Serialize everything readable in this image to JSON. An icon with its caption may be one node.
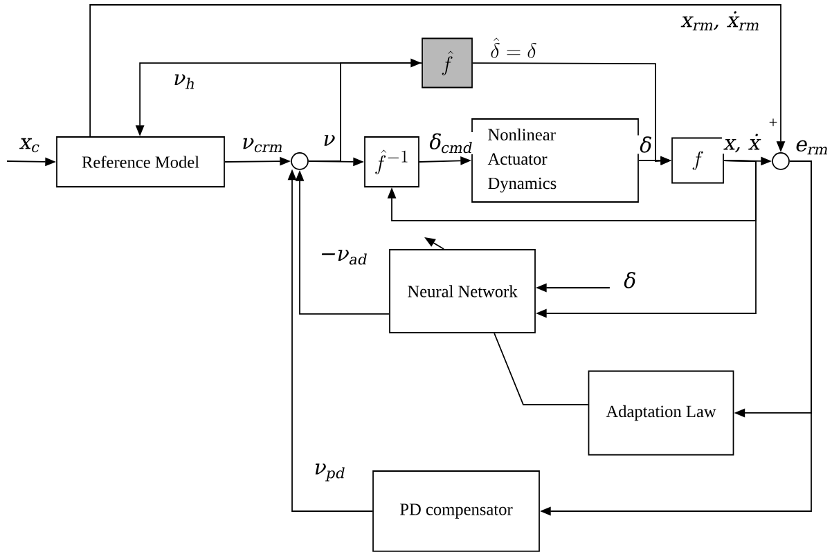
{
  "diagram": {
    "nodes": [
      {
        "text": [
          "Reference Model"
        ]
      },
      {
        "text": [],
        "shape": "circle"
      },
      {
        "text": [
          "\\hat{f}^{-1}"
        ]
      },
      {
        "text": [
          "\\hat{f}"
        ]
      },
      {
        "text": [
          "Nonlinear Actuator Dynamics"
        ]
      },
      {
        "text": [
          "f"
        ]
      },
      {
        "text": [],
        "shape": "circle"
      },
      {
        "text": [
          "Neural Network"
        ]
      },
      {
        "text": [
          "Adaptation Law"
        ]
      },
      {
        "text": [
          "PD compensator"
        ]
      }
    ],
    "edges": [
      {
        "from": null,
        "to": 0,
        "arrow": "to",
        "label": "x$_{c}$"
      },
      {
        "from": 0,
        "to": 1,
        "arrow": "to",
        "label": "ν$_{crm}$"
      },
      {
        "from": 1,
        "to": 2,
        "arrow": "to",
        "label": "ν"
      },
      {
        "from": 1,
        "to": 3,
        "arrow": "to"
      },
      {
        "from": 2,
        "to": 4,
        "arrow": "to",
        "label": "δ$_{cmd}$"
      },
      {
        "from": 4,
        "to": 5,
        "arrow": "to",
        "label": "δ"
      },
      {
        "from": 3,
        "to": 5,
        "arrow": "to",
        "label": "\\hat{\\delta} = \\delta"
      },
      {
        "from": 5,
        "to": 6,
        "arrow": "to",
        "label": "x, ẋ"
      },
      {
        "from": 0,
        "to": 6,
        "arrow": "to",
        "label": "x$_{rm}$, ẋ$_{rm}$"
      },
      {
        "from": 3,
        "to": 0,
        "arrow": "to",
        "label": "ν$_{h}$"
      },
      {
        "from": 5,
        "to": 2,
        "arrow": "to"
      },
      {
        "from": 5,
        "to": 7,
        "arrow": "to"
      },
      {
        "from": 7,
        "to": 1,
        "arrow": "to",
        "label": "−ν$_{ad}$"
      },
      {
        "from": null,
        "to": 7,
        "arrow": "to",
        "label": "δ"
      },
      {
        "from": 6,
        "to": 8,
        "arrow": "to",
        "label": "e$_{rm}$"
      },
      {
        "from": 6,
        "to": 9,
        "arrow": "to"
      },
      {
        "from": 9,
        "to": 1,
        "arrow": "to",
        "label": "ν$_{pd}$"
      },
      {
        "from": 8,
        "to": 7,
        "arrow": "none"
      },
      {
        "from": 7,
        "to": null,
        "arrow": "to"
      }
    ],
    "labels": [
      "+"
    ]
  }
}
